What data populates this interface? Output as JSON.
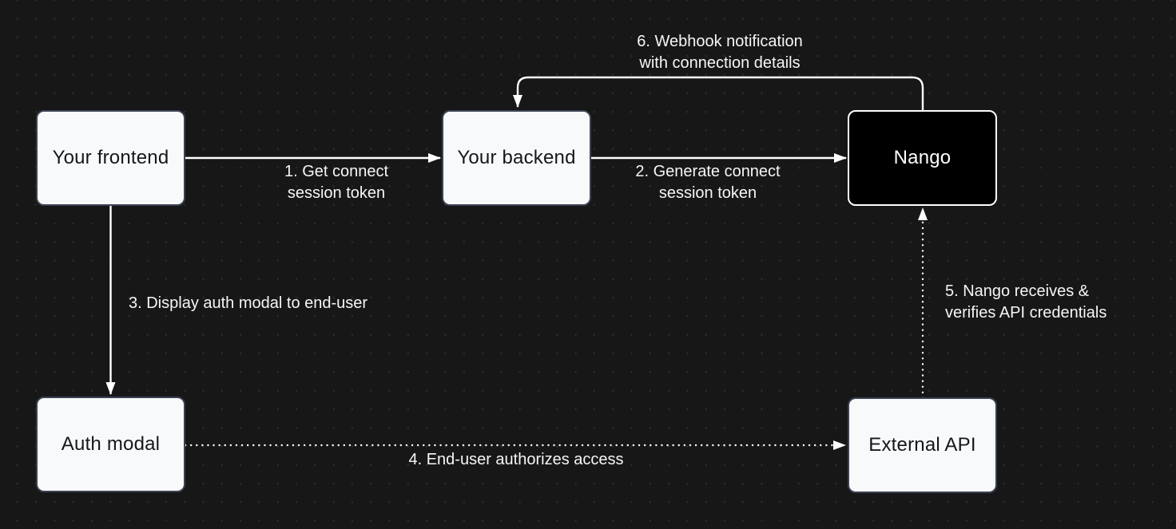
{
  "colors": {
    "background": "#171717",
    "grid_dot": "#2b2b2b",
    "node_fill": "#f8f9fb",
    "node_border": "#3b4252",
    "node_text": "#15171c",
    "dark_node_fill": "#000000",
    "dark_node_border": "#ffffff",
    "dark_node_text": "#ffffff",
    "connector": "#ffffff",
    "label_text": "#f5f6f7"
  },
  "nodes": [
    {
      "id": "your-frontend",
      "label": "Your frontend",
      "variant": "light"
    },
    {
      "id": "your-backend",
      "label": "Your backend",
      "variant": "light"
    },
    {
      "id": "nango",
      "label": "Nango",
      "variant": "dark"
    },
    {
      "id": "auth-modal",
      "label": "Auth modal",
      "variant": "light"
    },
    {
      "id": "external-api",
      "label": "External API",
      "variant": "light"
    }
  ],
  "edges": [
    {
      "id": "1",
      "from": "your-frontend",
      "to": "your-backend",
      "line": "solid",
      "label": "1. Get connect\nsession token"
    },
    {
      "id": "2",
      "from": "your-backend",
      "to": "nango",
      "line": "solid",
      "label": "2. Generate connect\nsession token"
    },
    {
      "id": "3",
      "from": "your-frontend",
      "to": "auth-modal",
      "line": "solid",
      "label": "3. Display auth modal to end-user"
    },
    {
      "id": "4",
      "from": "auth-modal",
      "to": "external-api",
      "line": "dotted",
      "label": "4. End-user authorizes access"
    },
    {
      "id": "5",
      "from": "external-api",
      "to": "nango",
      "line": "dotted",
      "label": "5. Nango receives &\nverifies API credentials"
    },
    {
      "id": "6",
      "from": "nango",
      "to": "your-backend",
      "line": "solid",
      "label": "6. Webhook notification\nwith connection details"
    }
  ]
}
